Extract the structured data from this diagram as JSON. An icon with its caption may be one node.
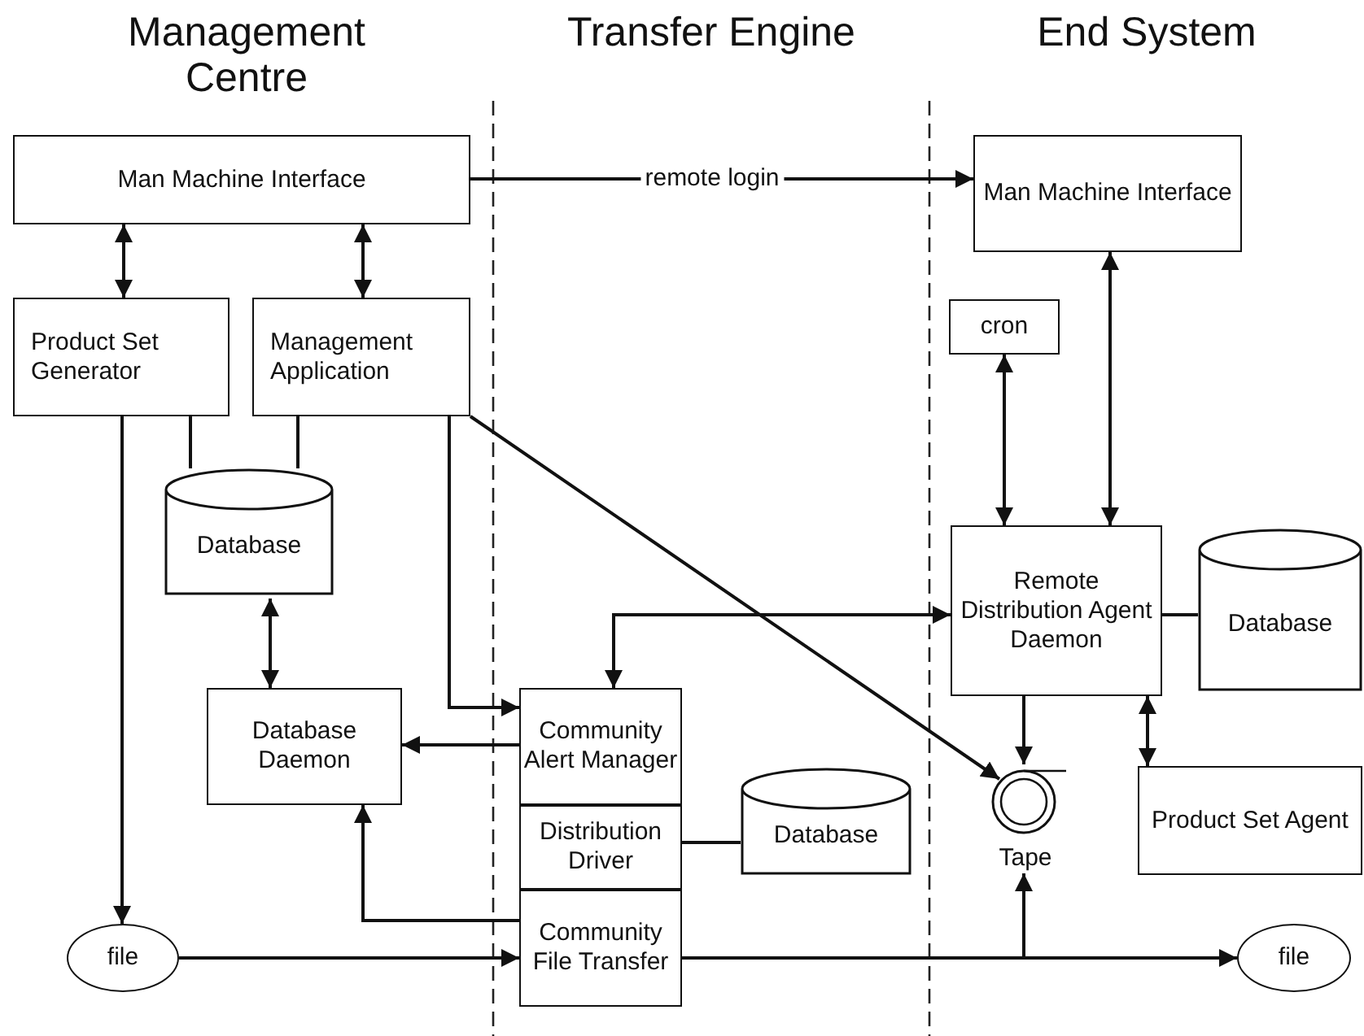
{
  "diagram": {
    "nodes": [
      {
        "text": [
          "Management Centre"
        ]
      },
      {
        "text": [
          "Man Machine Interface"
        ],
        "in": 0
      },
      {
        "text": [
          "Product Set Generator"
        ],
        "in": 0
      },
      {
        "text": [
          "Management Application"
        ],
        "in": 0
      },
      {
        "text": [
          "Database"
        ],
        "in": 0
      },
      {
        "text": [
          "Database Daemon"
        ],
        "in": 0
      },
      {
        "text": [
          "file"
        ],
        "in": 0
      },
      {
        "text": [
          "Transfer Engine"
        ]
      },
      {
        "text": [
          "Community Alert Manager"
        ],
        "in": 7
      },
      {
        "text": [
          "Distribution Driver"
        ],
        "in": 7
      },
      {
        "text": [
          "Community File Transfer"
        ],
        "in": 7
      },
      {
        "text": [
          "Database"
        ],
        "in": 7
      },
      {
        "text": [
          "End System"
        ]
      },
      {
        "text": [
          "Man Machine Interface"
        ],
        "in": 12
      },
      {
        "text": [
          "cron"
        ],
        "in": 12
      },
      {
        "text": [
          "Remote Distribution Agent Daemon"
        ],
        "in": 12
      },
      {
        "text": [
          "Database"
        ],
        "in": 12
      },
      {
        "text": [
          "Tape"
        ],
        "in": 12
      },
      {
        "text": [
          "Product Set Agent"
        ],
        "in": 12
      },
      {
        "text": [
          "file"
        ],
        "in": 12
      }
    ],
    "edges": [
      {
        "from": 1,
        "to": 13,
        "arrow": "to",
        "label": "remote login"
      },
      {
        "from": 1,
        "to": 2,
        "arrow": "both"
      },
      {
        "from": 1,
        "to": 3,
        "arrow": "both"
      },
      {
        "from": 2,
        "to": 4,
        "arrow": "none"
      },
      {
        "from": 3,
        "to": 4,
        "arrow": "none"
      },
      {
        "from": 4,
        "to": 5,
        "arrow": "both"
      },
      {
        "from": 2,
        "to": 6,
        "arrow": "to"
      },
      {
        "from": 3,
        "to": 8,
        "arrow": "to"
      },
      {
        "from": 3,
        "to": 17,
        "arrow": "to"
      },
      {
        "from": 8,
        "to": 5,
        "arrow": "to"
      },
      {
        "from": 10,
        "to": 5,
        "arrow": "to"
      },
      {
        "from": 6,
        "to": 10,
        "arrow": "to"
      },
      {
        "from": 8,
        "to": 15,
        "arrow": "both"
      },
      {
        "from": 9,
        "to": 11,
        "arrow": "none"
      },
      {
        "from": 10,
        "to": 19,
        "arrow": "to"
      },
      {
        "from": 10,
        "to": 17,
        "arrow": "to"
      },
      {
        "from": 14,
        "to": 15,
        "arrow": "both"
      },
      {
        "from": 13,
        "to": 15,
        "arrow": "both"
      },
      {
        "from": 15,
        "to": 16,
        "arrow": "none"
      },
      {
        "from": 15,
        "to": 17,
        "arrow": "to"
      },
      {
        "from": 15,
        "to": 18,
        "arrow": "both"
      }
    ]
  }
}
